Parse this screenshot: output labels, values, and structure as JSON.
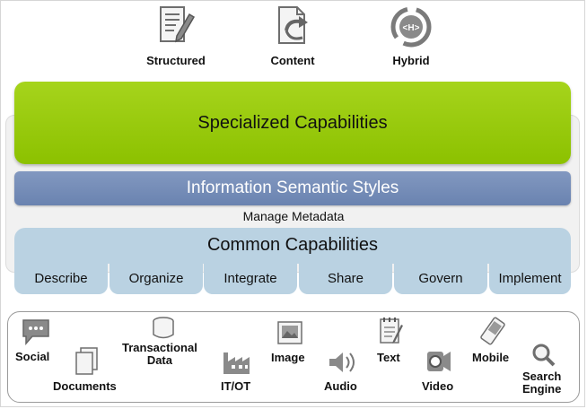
{
  "top": {
    "structured": "Structured",
    "content": "Content",
    "hybrid": "Hybrid",
    "hybrid_badge": "<H>"
  },
  "layers": {
    "specialized": "Specialized Capabilities",
    "semantic": "Information Semantic Styles",
    "metadata": "Manage Metadata",
    "common": "Common Capabilities"
  },
  "capabilities": [
    "Describe",
    "Organize",
    "Integrate",
    "Share",
    "Govern",
    "Implement"
  ],
  "sources": {
    "social": "Social",
    "documents": "Documents",
    "transactional_line1": "Transactional",
    "transactional_line2": "Data",
    "itot": "IT/OT",
    "image": "Image",
    "audio": "Audio",
    "text": "Text",
    "video": "Video",
    "mobile": "Mobile",
    "search_line1": "Search",
    "search_line2": "Engine"
  },
  "colors": {
    "specialized": "#97C80F",
    "semantic": "#7189B6",
    "common": "#BAD2E2"
  }
}
